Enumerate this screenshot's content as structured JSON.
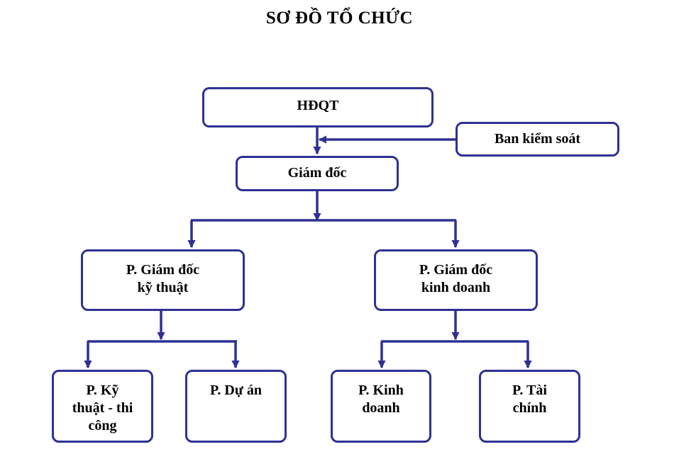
{
  "title": "SƠ ĐỒ TỔ CHỨC",
  "colors": {
    "border": "#2e3192",
    "connector": "#2e3192",
    "text": "#000000",
    "background": "#ffffff"
  },
  "nodes": {
    "hdqt": "HĐQT",
    "ban_kiem_soat": "Ban kiểm soát",
    "giam_doc": "Giám đốc",
    "pgd_ky_thuat": "P. Giám đốc\nkỹ thuật",
    "pgd_kinh_doanh": "P. Giám đốc\nkinh doanh",
    "p_ky_thuat_thi_cong": "P. Kỹ\nthuật - thi\ncông",
    "p_du_an": "P. Dự án",
    "p_kinh_doanh": "P. Kinh\ndoanh",
    "p_tai_chinh": "P. Tài\nchính"
  }
}
